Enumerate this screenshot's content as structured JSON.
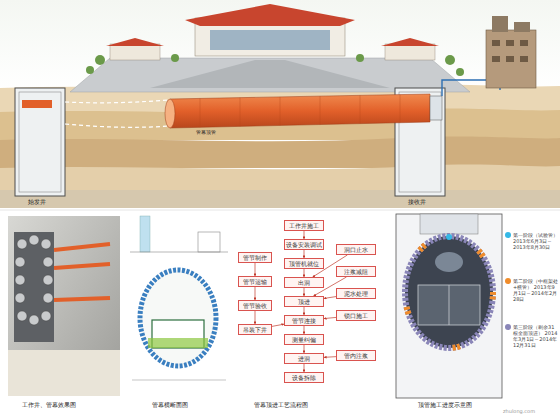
{
  "diagram": {
    "nodes": [
      {
        "text": [
          "工作井施工"
        ]
      },
      {
        "text": [
          "设备安装调试"
        ]
      },
      {
        "text": [
          "顶管机就位"
        ]
      },
      {
        "text": [
          "出洞"
        ]
      },
      {
        "text": [
          "顶进"
        ]
      },
      {
        "text": [
          "管节连接"
        ]
      },
      {
        "text": [
          "测量纠偏"
        ]
      },
      {
        "text": [
          "进洞"
        ]
      },
      {
        "text": [
          "设备拆除"
        ]
      },
      {
        "text": [
          "管节制作"
        ]
      },
      {
        "text": [
          "管节运输"
        ]
      },
      {
        "text": [
          "管节验收"
        ]
      },
      {
        "text": [
          "吊装下井"
        ]
      },
      {
        "text": [
          "洞口止水"
        ]
      },
      {
        "text": [
          "注浆减阻"
        ]
      },
      {
        "text": [
          "泥水处理"
        ]
      },
      {
        "text": [
          "锁口施工"
        ]
      },
      {
        "text": [
          "管内注浆"
        ]
      }
    ],
    "edges": [
      {
        "from": 0,
        "to": 1,
        "arrow": "to"
      },
      {
        "from": 1,
        "to": 2,
        "arrow": "to"
      },
      {
        "from": 2,
        "to": 3,
        "arrow": "to"
      },
      {
        "from": 3,
        "to": 4,
        "arrow": "to"
      },
      {
        "from": 4,
        "to": 5,
        "arrow": "to"
      },
      {
        "from": 5,
        "to": 6,
        "arrow": "to"
      },
      {
        "from": 6,
        "to": 7,
        "arrow": "to"
      },
      {
        "from": 7,
        "to": 8,
        "arrow": "to"
      },
      {
        "from": 9,
        "to": 10,
        "arrow": "to"
      },
      {
        "from": 10,
        "to": 11,
        "arrow": "to"
      },
      {
        "from": 11,
        "to": 12,
        "arrow": "to"
      },
      {
        "from": 12,
        "to": 5,
        "arrow": "to"
      },
      {
        "from": 13,
        "to": 3,
        "arrow": "to"
      },
      {
        "from": 14,
        "to": 4,
        "arrow": "to"
      },
      {
        "from": 15,
        "to": 4,
        "arrow": "to"
      },
      {
        "from": 16,
        "to": 5,
        "arrow": "to"
      },
      {
        "from": 17,
        "to": 7,
        "arrow": "to"
      }
    ],
    "labels": [
      "始发井",
      "接收井",
      "管幕顶管",
      "工作井、管幕效果图",
      "管幕横断面图",
      "管幕顶进工艺流程图",
      "顶管施工进度示意图",
      "zhulong.com"
    ],
    "legend": [
      {
        "text": "第一阶段（试验管） 2013年6月3日～2013年8月30日",
        "color": "#35b8e6"
      },
      {
        "text": "第二阶段（中框架处+横管） 2013年9月1日～2014年2月28日",
        "color": "#f08c2a"
      },
      {
        "text": "第三阶段（剩余31根全面顶进） 2014年3月1日～2014年12月31日",
        "color": "#8a86b8"
      }
    ]
  }
}
